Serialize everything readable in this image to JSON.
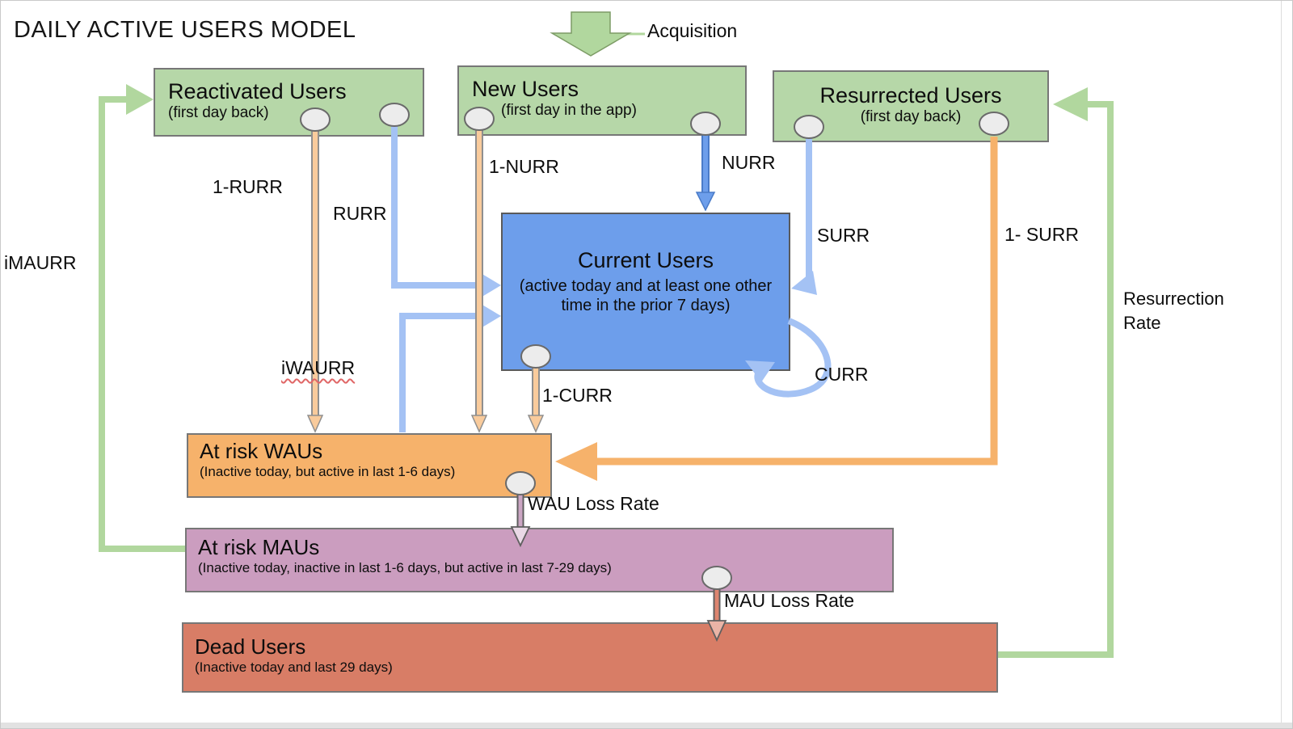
{
  "title": "DAILY ACTIVE USERS MODEL",
  "acquisition": {
    "label": "Acquisition"
  },
  "boxes": {
    "reactivated": {
      "title": "Reactivated Users",
      "subtitle": "(first day back)"
    },
    "new_users": {
      "title": "New Users",
      "subtitle": "(first day in the app)"
    },
    "resurrected": {
      "title": "Resurrected Users",
      "subtitle": "(first day back)"
    },
    "current": {
      "title": "Current Users",
      "subtitle": "(active today and at least one other time in the prior 7 days)"
    },
    "at_risk_waus": {
      "title": "At risk WAUs",
      "subtitle": "(Inactive today, but active in last 1-6 days)"
    },
    "at_risk_maus": {
      "title": "At risk MAUs",
      "subtitle": "(Inactive today, inactive in last 1-6 days, but active in last 7-29 days)"
    },
    "dead": {
      "title": "Dead Users",
      "subtitle": "(Inactive today and last 29 days)"
    }
  },
  "edges": {
    "one_minus_rurr": "1-RURR",
    "rurr": "RURR",
    "one_minus_nurr": "1-NURR",
    "nurr": "NURR",
    "surr": "SURR",
    "one_minus_surr": "1- SURR",
    "imaurr": "iMAURR",
    "iwaurr": "iWAURR",
    "one_minus_curr": "1-CURR",
    "curr": "CURR",
    "wau_loss_rate": "WAU Loss Rate",
    "mau_loss_rate": "MAU Loss Rate",
    "resurrection_rate": "Resurrection Rate"
  },
  "colors": {
    "green_box": "#b6d7a8",
    "blue_box": "#6d9eeb",
    "orange_box": "#f6b26b",
    "pink_box": "#cb9dbf",
    "red_box": "#d87d66",
    "green_arrow": "#b1d79e",
    "light_blue_arrow": "#a4c2f4",
    "blue_arrow": "#6d9eeb",
    "thick_orange_arrow": "#f6b26b",
    "peach_arrow": "#f9cb9c",
    "wau_loss_arrow": "#cba6c3",
    "mau_loss_arrow": "#dd8570"
  }
}
